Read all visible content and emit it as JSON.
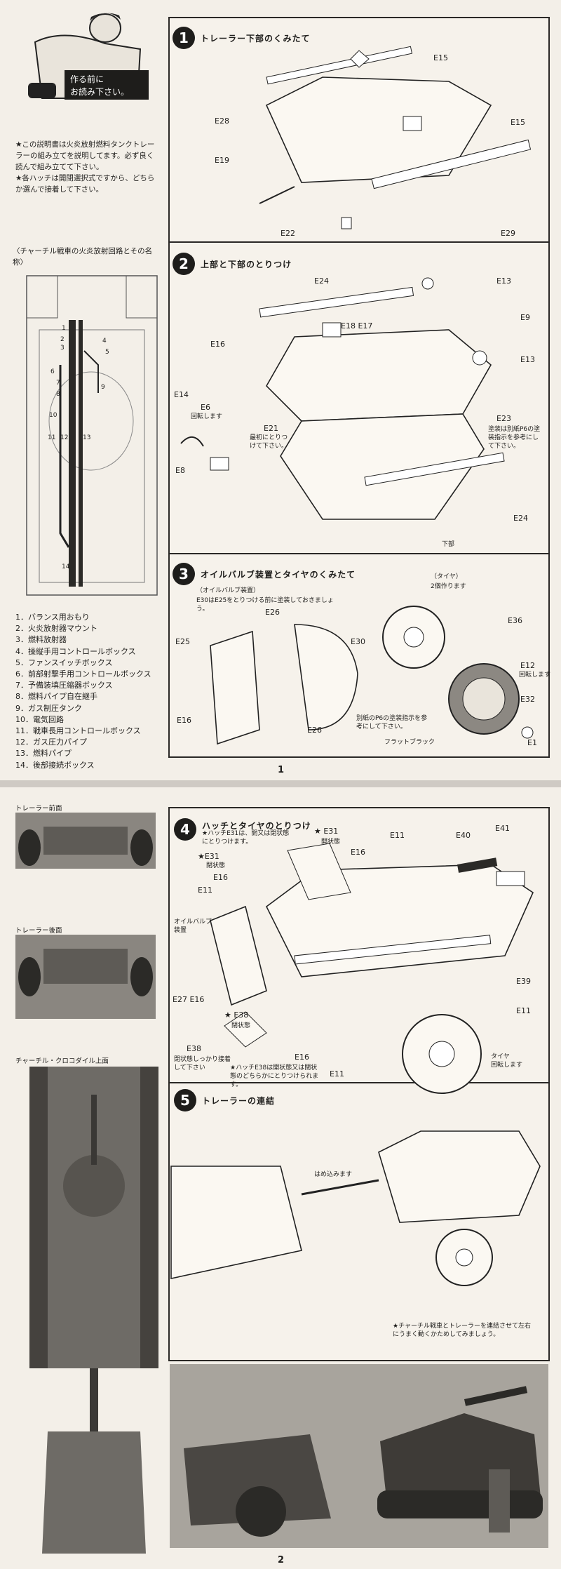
{
  "page1": {
    "read_before": {
      "line1": "作る前に",
      "line2": "お読み下さい。"
    },
    "warnings": [
      "★この説明書は火炎放射燃料タンクトレーラーの組み立てを説明してます。必ず良く読んで組み立てて下さい。",
      "★各ハッチは開閉選択式ですから、どちらか選んで接着して下さい。"
    ],
    "schematic_title": "〈チャーチル戦車の火炎放射回路とその名称〉",
    "schematic_numbers": [
      "1",
      "2",
      "3",
      "4",
      "5",
      "6",
      "7",
      "8",
      "9",
      "10",
      "11",
      "12",
      "13",
      "14"
    ],
    "legend": [
      "1．バランス用おもり",
      "2．火炎放射器マウント",
      "3．燃料放射器",
      "4．操縦手用コントロールボックス",
      "5．ファンスイッチボックス",
      "6．前部射撃手用コントロールボックス",
      "7．予備装填圧縮器ボックス",
      "8．燃料パイプ自在継手",
      "9．ガス制圧タンク",
      "10．電気回路",
      "11．戦車長用コントロールボックス",
      "12．ガス圧力パイプ",
      "13．燃料パイプ",
      "14．後部接続ボックス"
    ],
    "step1": {
      "num": "1",
      "title": "トレーラー下部のくみたて",
      "labels": {
        "e15a": "E15",
        "e28": "E28",
        "e15b": "E15",
        "e19": "E19",
        "e22": "E22",
        "e29": "E29"
      }
    },
    "step2": {
      "num": "2",
      "title": "上部と下部のとりつけ",
      "labels": {
        "e24a": "E24",
        "e13a": "E13",
        "e9": "E9",
        "e18e17": "E18 E17",
        "e16": "E16",
        "e13b": "E13",
        "e14": "E14",
        "e6": "E6",
        "e21": "E21",
        "e8": "E8",
        "e23": "E23",
        "e24b": "E24"
      },
      "notes": {
        "rotate": "回転します",
        "first": "最初にとりつけて下さい。",
        "paint": "塗装は別紙P6の塗装指示を参考にして下さい。",
        "lower": "下部"
      }
    },
    "step3": {
      "num": "3",
      "title": "オイルバルブ装置とタイヤのくみたて",
      "labels": {
        "e26a": "E26",
        "e25": "E25",
        "e30": "E30",
        "e36": "E36",
        "e12": "E12",
        "e16": "E16",
        "e26b": "E26",
        "e32": "E32",
        "e1": "E1"
      },
      "notes": {
        "oil": "（オイルバルブ装置）",
        "oil_note": "E30はE25をとりつける前に塗装しておきましょう。",
        "tire": "（タイヤ）",
        "tire2": "2個作ります",
        "rotate": "回転します",
        "paint": "別紙のP6の塗装指示を参考にして下さい。",
        "flat": "フラットブラック"
      }
    },
    "page_number": "1"
  },
  "page2": {
    "captions": {
      "front": "トレーラー前面",
      "rear": "トレーラー後面",
      "top": "チャーチル・クロコダイル上面"
    },
    "step4": {
      "num": "4",
      "title": "ハッチとタイヤのとりつけ",
      "labels": {
        "e31a": "★E31",
        "e31b": "★ E31",
        "e16a": "E16",
        "e11a": "E11",
        "e40": "E40",
        "e41": "E41",
        "e16b": "E16",
        "e11b": "E11",
        "e27e16": "E27 E16",
        "e38a": "★ E38",
        "e39": "E39",
        "e11c": "E11",
        "e38b": "E38",
        "e16c": "E16",
        "e11d": "E11"
      },
      "notes": {
        "hatch": "★ハッチE31は、開又は閉状態にとりつけます。",
        "open": "開状態",
        "closed": "閉状態",
        "oil": "オイルバルブ装置",
        "closed2": "閉状態",
        "glue": "閉状態しっかり接着して下さい",
        "hatch2": "★ハッチE38は開状態又は閉状態のどちらかにとりつけられます。",
        "tire": "タイヤ",
        "rotate": "回転します"
      }
    },
    "step5": {
      "num": "5",
      "title": "トレーラーの連結",
      "notes": {
        "insert": "はめ込みます",
        "connect": "★チャーチル戦車とトレーラーを連結させて左右にうまく動くかためしてみましょう。"
      }
    },
    "page_number": "2"
  }
}
